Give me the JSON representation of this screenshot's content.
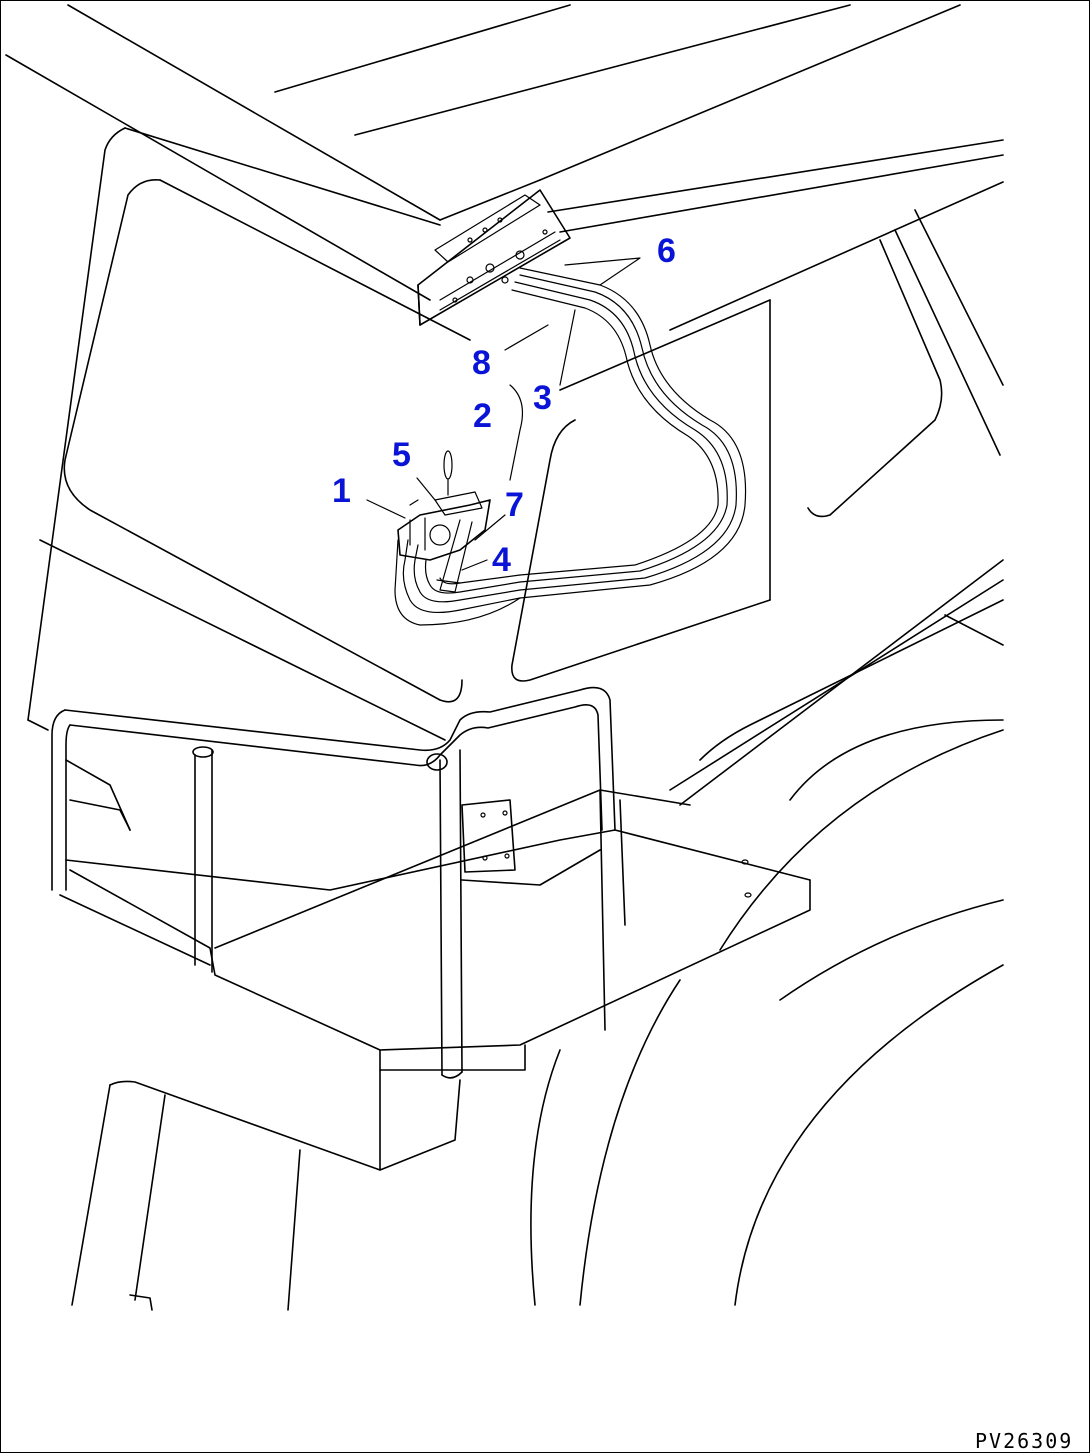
{
  "drawing_code": "PV26309",
  "callouts": [
    {
      "id": "1",
      "label": "1"
    },
    {
      "id": "2",
      "label": "2"
    },
    {
      "id": "3",
      "label": "3"
    },
    {
      "id": "4",
      "label": "4"
    },
    {
      "id": "5",
      "label": "5"
    },
    {
      "id": "6",
      "label": "6"
    },
    {
      "id": "7",
      "label": "7"
    },
    {
      "id": "8",
      "label": "8"
    }
  ],
  "colors": {
    "callout": "#0a14d6",
    "line": "#000000",
    "background": "#ffffff"
  }
}
